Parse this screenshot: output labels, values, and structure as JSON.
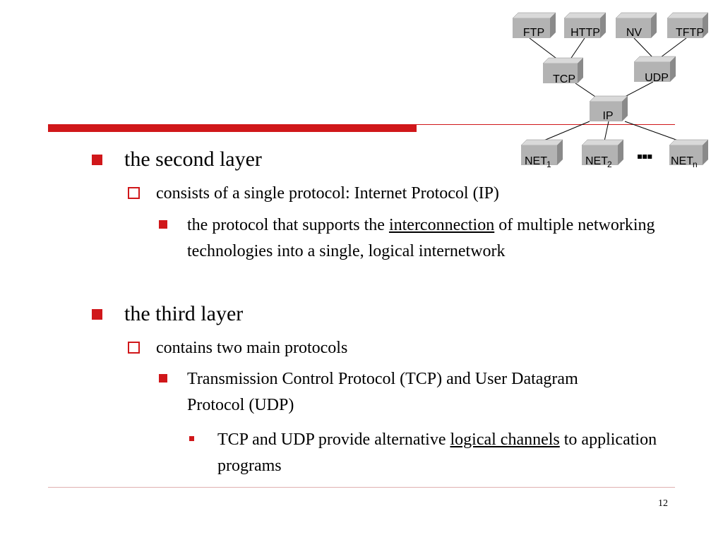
{
  "slide": {
    "page_number": "12",
    "bullets": {
      "second_layer": "the second layer",
      "second_sub": "consists of a single protocol: Internet Protocol (IP)",
      "ip_pre": "the protocol that supports the ",
      "ip_link": "interconnection",
      "ip_post": " of multiple networking technologies into a single, logical internetwork",
      "third_layer": "the third layer",
      "third_sub": "contains two main protocols",
      "tcp_udp": "Transmission Control Protocol (TCP) and User Datagram Protocol (UDP)",
      "channels_pre": "TCP and UDP provide alternative ",
      "channels_link": "logical channels",
      "channels_post": " to application programs"
    }
  },
  "diagram": {
    "application_boxes": [
      "FTP",
      "HTTP",
      "NV",
      "TFTP"
    ],
    "transport_boxes": [
      "TCP",
      "UDP"
    ],
    "network_box": "IP",
    "net_box_label": "NET",
    "net_subscripts": [
      "1",
      "2",
      "n"
    ],
    "ellipsis": "▪▪▪"
  },
  "colors": {
    "accent": "#d0171a",
    "box_front": "#b3b3b3",
    "box_top": "#d9d9d9",
    "box_side": "#8a8a8a"
  }
}
